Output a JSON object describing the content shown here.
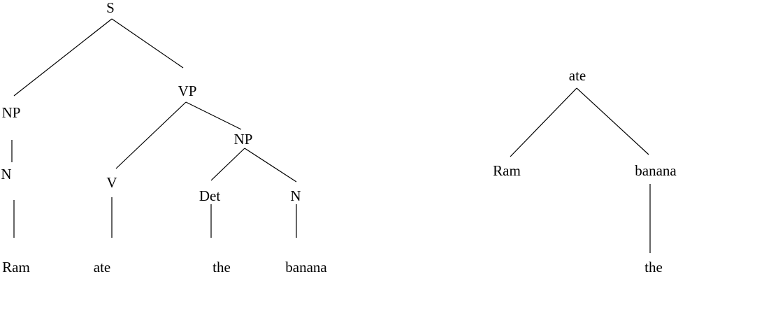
{
  "constituency_tree": {
    "nodes": {
      "s": "S",
      "np_subj": "NP",
      "vp": "VP",
      "n_subj": "N",
      "v": "V",
      "np_obj": "NP",
      "det": "Det",
      "n_obj": "N",
      "w_ram": "Ram",
      "w_ate": "ate",
      "w_the": "the",
      "w_banana": "banana"
    }
  },
  "dependency_tree": {
    "nodes": {
      "root": "ate",
      "ram": "Ram",
      "banana": "banana",
      "the": "the"
    }
  }
}
